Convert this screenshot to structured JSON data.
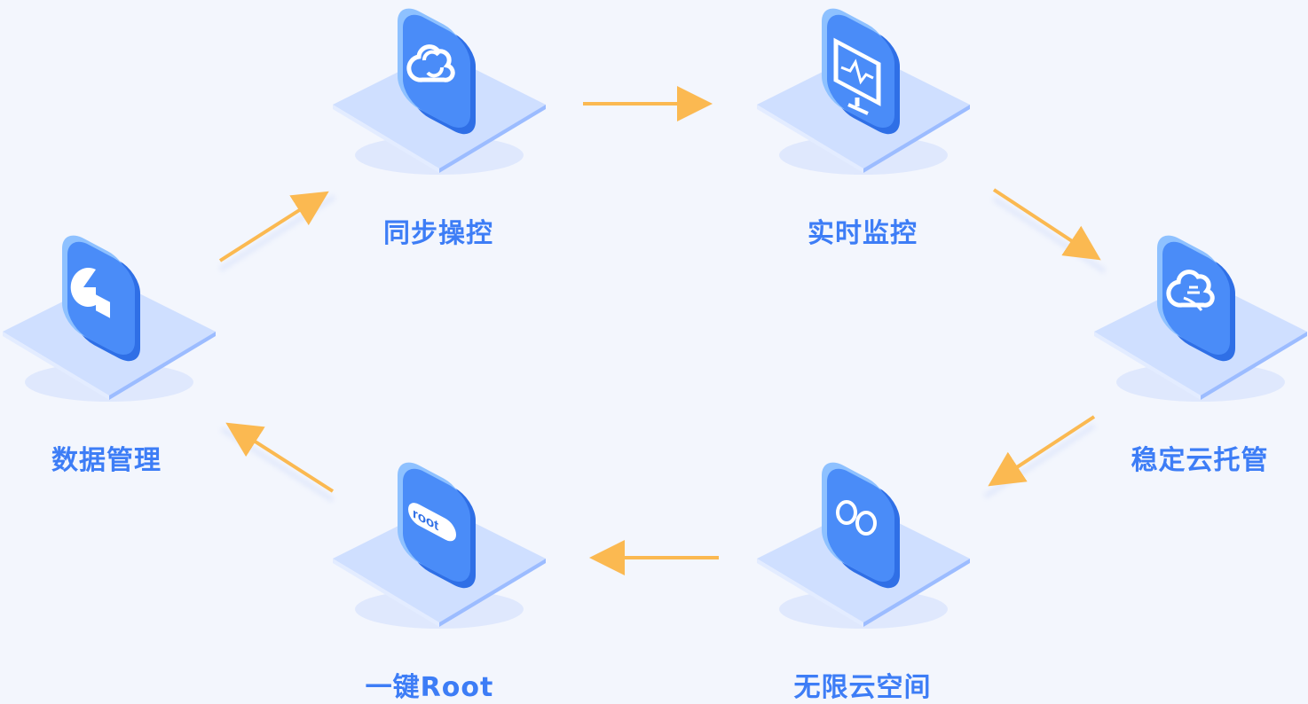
{
  "colors": {
    "background": "#f3f6fd",
    "label": "#3d7df6",
    "arrow": "#fbb951",
    "tile_front": "#4a8cf8",
    "tile_side": "#2f6fe6",
    "tile_top": "#8ec1ff",
    "platform_top": "#cfdfff",
    "platform_edge": "#9cbcff"
  },
  "nodes": [
    {
      "id": "sync-control",
      "label": "同步操控",
      "icon": "cloud-sync-icon"
    },
    {
      "id": "realtime-monitor",
      "label": "实时监控",
      "icon": "monitor-pulse-icon"
    },
    {
      "id": "cloud-hosting",
      "label": "稳定云托管",
      "icon": "cloud-hand-icon"
    },
    {
      "id": "unlimited-space",
      "label": "无限云空间",
      "icon": "infinity-icon"
    },
    {
      "id": "one-click-root",
      "label": "一键Root",
      "icon": "root-badge-icon",
      "icon_text": "root"
    },
    {
      "id": "data-management",
      "label": "数据管理",
      "icon": "pie-chart-icon"
    }
  ],
  "flow": [
    "sync-control",
    "realtime-monitor",
    "cloud-hosting",
    "unlimited-space",
    "one-click-root",
    "data-management",
    "sync-control"
  ]
}
